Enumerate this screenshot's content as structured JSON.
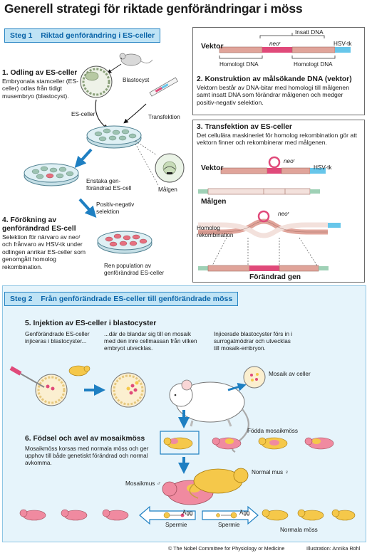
{
  "title": "Generell strategi för riktade genförändringar i möss",
  "step1": {
    "tag": "Steg 1",
    "heading": "Riktad genförändring i ES-celler",
    "s1_title": "1. Odling av ES-celler",
    "s1_body": "Embryonala stamceller (ES-celler) odlas från tidigt musembryo (blastocyst).",
    "label_blastocyst": "Blastocyst",
    "label_es": "ES-celler",
    "label_transfection": "Transfektion",
    "label_single": "Enstaka gen-förändrad ES-cell",
    "label_malgen": "Målgen",
    "label_pos_neg": "Positiv-negativ selektion",
    "s4_title": "4. Förökning av genförändrad ES-cell",
    "s4_body": "Selektion för närvaro av neoʳ och frånvaro av HSV-tk under odlingen anrikar ES-celler som genomgått homolog rekombination.",
    "label_pure": "Ren population av genförändrad ES-celler"
  },
  "box2": {
    "vektor": "Vektor",
    "insatt": "Insatt DNA",
    "neo": "neoʳ",
    "hsv": "HSV-tk",
    "homolog1": "Homologt DNA",
    "homolog2": "Homologt DNA",
    "title": "2. Konstruktion av målsökande DNA (vektor)",
    "body": "Vektorn består av DNA-bitar med homologi till målgenen samt insatt DNA som förändrar målgenen och medger positiv-negativ selektion."
  },
  "box3": {
    "title": "3. Transfektion av ES-celler",
    "body": "Det cellulära maskineriet för homolog rekombination gör att vektorn finner och rekombinerar med målgenen.",
    "vektor": "Vektor",
    "neo1": "neoʳ",
    "hsv": "HSV-tk",
    "malgen": "Målgen",
    "neo2": "neoʳ",
    "homolog_rec": "Homolog rekombination",
    "forandrad": "Förändrad gen"
  },
  "step2": {
    "tag": "Steg 2",
    "heading": "Från genförändrade ES-celler till genförändrade möss",
    "s5_title": "5. Injektion av ES-celler i blastocyster",
    "s5_a": "Genförändrade ES-celler injiceras i blastocyster...",
    "s5_b": "...där de blandar sig till en mosaik med den inre cellmassan från vilken embryot utvecklas.",
    "s5_c": "Injicerade blastocyster förs in i surrogatmödrar och utvecklas till mosaik-embryon.",
    "label_mosaic_cells": "Mosaik av celler",
    "label_born": "Födda mosaikmöss",
    "s6_title": "6. Födsel och avel av mosaikmöss",
    "s6_body": "Mosaikmöss korsas med normala möss och ger upphov till både genetiskt förändrad och normal avkomma.",
    "label_mosaikmus": "Mosaikmus ♂",
    "label_normal": "Normal mus ♀",
    "label_agg1": "Ägg",
    "label_spermie1": "Spermie",
    "label_agg2": "Ägg",
    "label_spermie2": "Spermie",
    "label_normala": "Normala möss"
  },
  "credits": {
    "left": "© The Nobel Committee for Physiology or Medicine",
    "right": "Illustration: Annika Röhl"
  },
  "colors": {
    "tag_bg": "#bfe3f5",
    "accent_blue": "#1e7fc2",
    "dna_pink": "#e0a49a",
    "neo_pink": "#e04a7a",
    "hsv_blue": "#67c6ea",
    "mouse_yellow": "#f5c84a",
    "mosaic_pink": "#f08aa0"
  }
}
